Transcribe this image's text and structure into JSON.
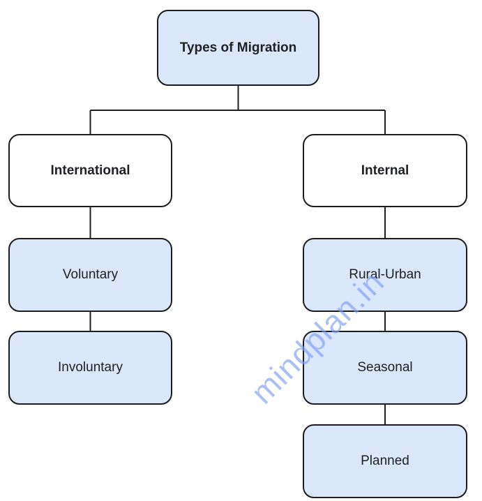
{
  "diagram": {
    "type": "tree-flowchart",
    "title": "Types of Migration",
    "nodes": {
      "root": {
        "label": "Types of Migration",
        "fill": "#dbe7fa",
        "bold": true
      },
      "international": {
        "label": "International",
        "fill": "#ffffff",
        "bold": true
      },
      "internal": {
        "label": "Internal",
        "fill": "#ffffff",
        "bold": true
      },
      "voluntary": {
        "label": "Voluntary",
        "fill": "#dbe7fa",
        "bold": false
      },
      "involuntary": {
        "label": "Involuntary",
        "fill": "#dbe7fa",
        "bold": false
      },
      "rural_urban": {
        "label": "Rural-Urban",
        "fill": "#dbe7fa",
        "bold": false
      },
      "seasonal": {
        "label": "Seasonal",
        "fill": "#dbe7fa",
        "bold": false
      },
      "planned": {
        "label": "Planned",
        "fill": "#dbe7fa",
        "bold": false
      }
    },
    "hierarchy": {
      "Types of Migration": {
        "International": [
          "Voluntary",
          "Involuntary"
        ],
        "Internal": [
          "Rural-Urban",
          "Seasonal",
          "Planned"
        ]
      }
    },
    "watermark": {
      "text": "mindplan.in"
    },
    "colors": {
      "fill_blue": "#dbe7fa",
      "fill_white": "#ffffff",
      "border": "#1c1c1c",
      "connector": "#1f1f1f",
      "text": "#202124",
      "watermark": "#7d9ff1"
    }
  }
}
